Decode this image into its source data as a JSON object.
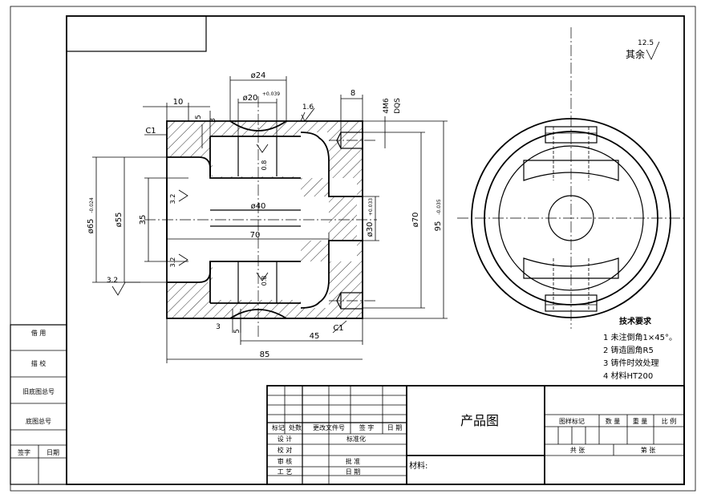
{
  "roughness": {
    "label": "其余",
    "value": "12.5"
  },
  "dims": {
    "d24": "ø24",
    "d20": "ø20",
    "d20_tol": "+0.039",
    "w8": "8",
    "thread": "4M6",
    "depth": "DQS",
    "w10": "10",
    "w5a": "5",
    "w3a": "3",
    "r16": "1.6",
    "c1a": "C1",
    "r08a": "0.8",
    "r08b": "0.8",
    "r32a": "3.2",
    "r32b": "3.2",
    "r32c": "3.2",
    "d40": "ø40",
    "d65": "ø65",
    "d65_tol": "-0.024",
    "d55": "ø55",
    "w35": "35",
    "w70": "70",
    "d30": "ø30",
    "d30_tol": "+0.033",
    "d70": "ø70",
    "d95": "95",
    "d95_tol": "-0.035",
    "w3b": "3",
    "w5b": "5",
    "w45": "45",
    "c1b": "C1",
    "w85": "85"
  },
  "tech": {
    "title": "技术要求",
    "items": [
      "1 未注倒角1×45°。",
      "2 铸造圆角R5",
      "3 铸件时效处理",
      "4 材料HT200"
    ]
  },
  "sidebar": [
    "借 用",
    "描 校",
    "旧底图总号",
    "底图总号",
    "签字",
    "日期"
  ],
  "titleblock": {
    "name": "产品图",
    "material": "材料:",
    "rev_headers": [
      "标记",
      "处数",
      "更改文件号",
      "签 字",
      "日 期"
    ],
    "roles": [
      "设 计",
      "校 对",
      "审 核",
      "工 艺"
    ],
    "std": "标准化",
    "approve": "批 准",
    "date": "日 期",
    "right_headers": [
      "图样标记",
      "数 量",
      "重 量",
      "比 例"
    ],
    "sheets_total": "共 张",
    "sheet_no": "第 张"
  }
}
